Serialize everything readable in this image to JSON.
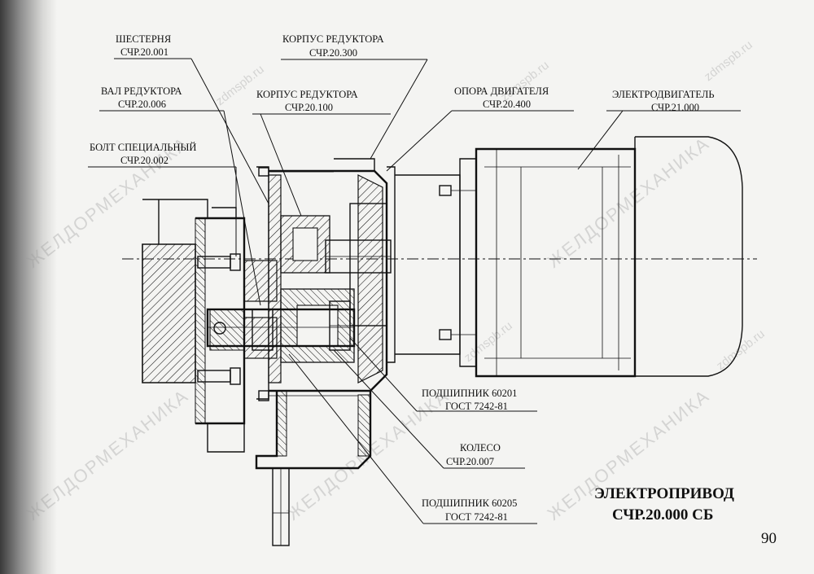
{
  "labels": {
    "gear": {
      "name": "ШЕСТЕРНЯ",
      "code": "СЧР.20.001"
    },
    "shaft": {
      "name": "ВАЛ РЕДУКТОРА",
      "code": "СЧР.20.006"
    },
    "bolt": {
      "name": "БОЛТ СПЕЦИАЛЬНЫЙ",
      "code": "СЧР.20.002"
    },
    "housing_top": {
      "name": "КОРПУС РЕДУКТОРА",
      "code": "СЧР.20.300"
    },
    "housing_mid": {
      "name": "КОРПУС РЕДУКТОРА",
      "code": "СЧР.20.100"
    },
    "motor_support": {
      "name": "ОПОРА ДВИГАТЕЛЯ",
      "code": "СЧР.20.400"
    },
    "motor": {
      "name": "ЭЛЕКТРОДВИГАТЕЛЬ",
      "code": "СЧР.21.000"
    },
    "bearing1": {
      "name": "ПОДШИПНИК 60201",
      "code": "ГОСТ 7242-81"
    },
    "wheel": {
      "name": "КОЛЕСО",
      "code": "СЧР.20.007"
    },
    "bearing2": {
      "name": "ПОДШИПНИК 60205",
      "code": "ГОСТ 7242-81"
    }
  },
  "title": {
    "line1": "ЭЛЕКТРОПРИВОД",
    "line2": "СЧР.20.000 СБ"
  },
  "page_number": "90",
  "watermarks": {
    "company": "ЖЕЛДОРМЕХАНИКА",
    "site": "zdmspb.ru"
  },
  "colors": {
    "ink": "#111111",
    "paper": "#f4f4f2",
    "watermark": "#9a9a9a"
  }
}
